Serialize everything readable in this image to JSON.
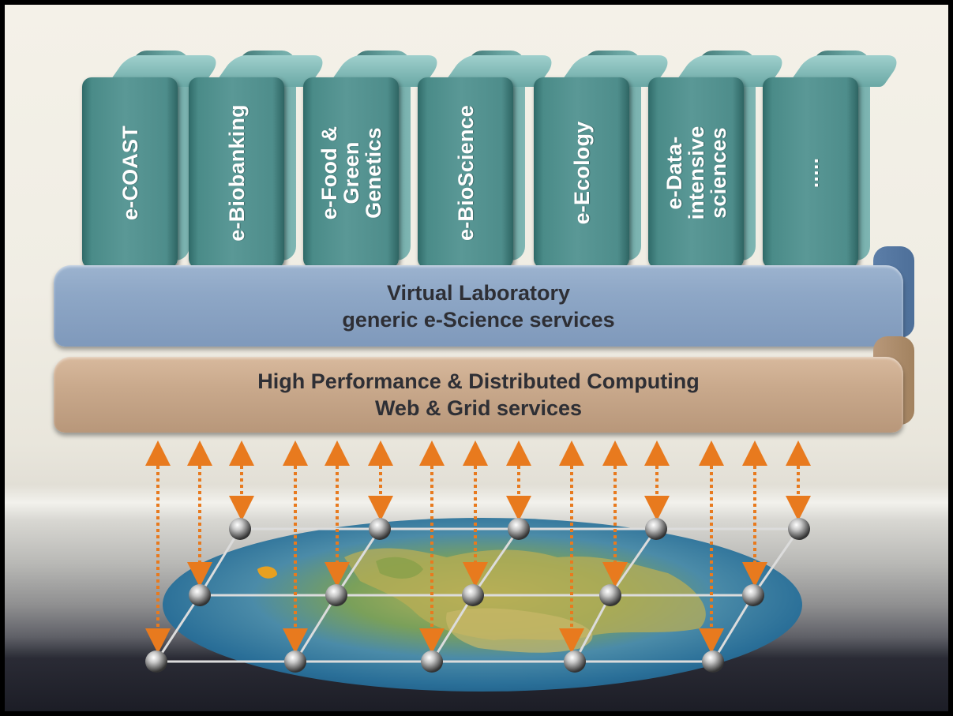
{
  "columns": [
    {
      "label": "e-COAST"
    },
    {
      "label": "e-Biobanking"
    },
    {
      "label": "e-Food &\nGreen\nGenetics"
    },
    {
      "label": "e-BioScience"
    },
    {
      "label": "e-Ecology"
    },
    {
      "label": "e-Data-\nintensive\nsciences"
    },
    {
      "label": "....."
    }
  ],
  "virtual_lab": {
    "line1": "Virtual Laboratory",
    "line2": "generic e-Science services"
  },
  "hpc": {
    "line1": "High Performance & Distributed Computing",
    "line2": "Web & Grid services"
  },
  "colors": {
    "column": "#5a9896",
    "virtual_lab": "#8ea7c6",
    "hpc": "#c9a98c",
    "arrow": "#e87a1e",
    "node": "#9a9a9a"
  }
}
